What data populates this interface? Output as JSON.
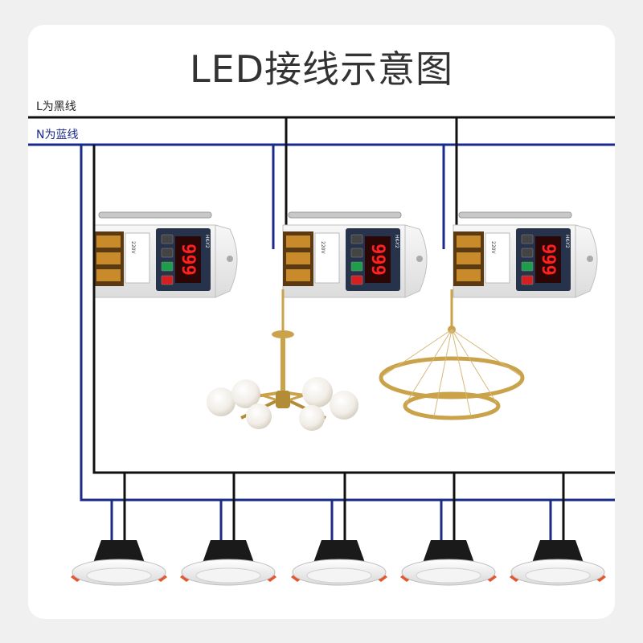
{
  "title": "LED接线示意图",
  "wires": {
    "live_label": "L为黑线",
    "neutral_label": "N为蓝线",
    "live_color": "#111111",
    "neutral_color": "#1a2a8a"
  },
  "controller": {
    "model": "HK-Y2",
    "display_value": "999",
    "voltage_label": "220V",
    "button_colors": [
      "#444444",
      "#444444",
      "#1e9e4a",
      "#d42020"
    ]
  },
  "colors": {
    "gold": "#c9a24a",
    "display_red": "#ff2020",
    "lamp_trim": "#e5542a"
  }
}
